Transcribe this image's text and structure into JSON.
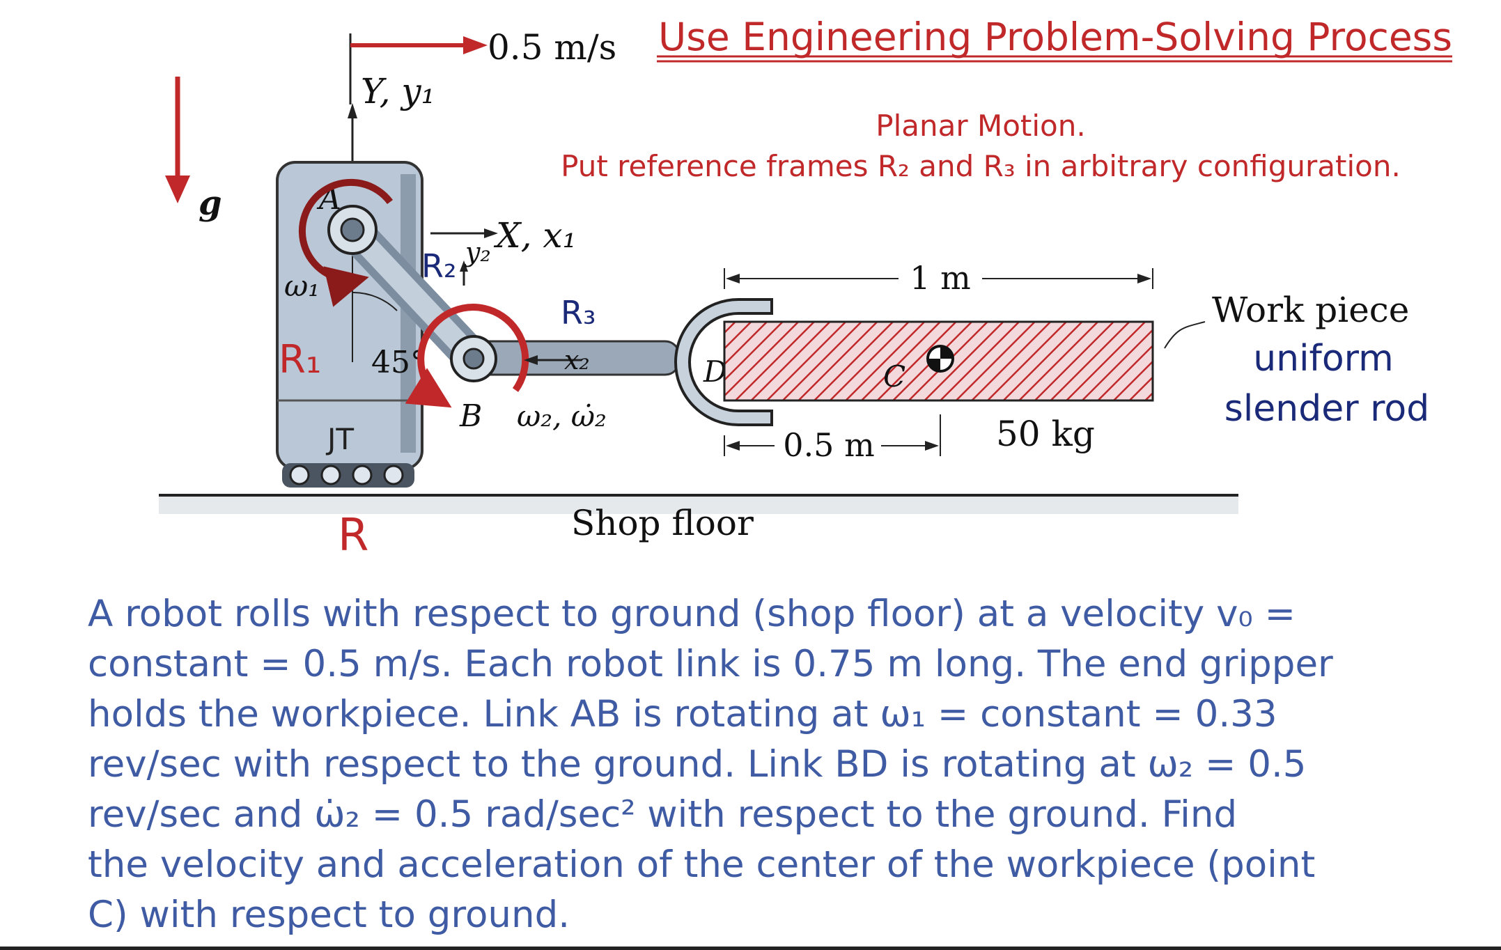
{
  "header": {
    "title": "Use Engineering Problem-Solving Process",
    "note_line1": "Planar Motion.",
    "note_line2": "Put reference frames R₂ and R₃ in arbitrary configuration."
  },
  "diagram": {
    "velocity_label": "0.5 m/s",
    "gravity_label": "g",
    "axis_Y": "Y, y₁",
    "axis_X": "X, x₁",
    "y2_label": "y₂",
    "x2_label": "x₂",
    "point_A": "A",
    "point_B": "B",
    "point_C": "C",
    "point_D": "D",
    "omega1": "ω₁",
    "omega2": "ω₂, ω̇₂",
    "angle": "45°",
    "frame_R": "R",
    "frame_R1": "R₁",
    "frame_R2": "R₂",
    "frame_R3": "R₃",
    "jt_label": "JT",
    "dim_1m": "1 m",
    "dim_05m": "0.5 m",
    "mass": "50 kg",
    "workpiece_line1": "Work piece",
    "workpiece_line2": "uniform",
    "workpiece_line3": "slender rod",
    "floor_label": "Shop floor"
  },
  "problem": {
    "lines": [
      "A robot rolls with respect to ground (shop floor) at a velocity v₀ =",
      "constant = 0.5 m/s.  Each robot link is 0.75 m long.  The end gripper",
      "holds the workpiece.  Link AB is rotating at ω₁ = constant = 0.33",
      "rev/sec with respect to the ground.  Link BD is rotating at ω₂ = 0.5",
      "rev/sec and ω̇₂ = 0.5 rad/sec² with respect to the ground.  Find",
      "the velocity and acceleration of the center of the workpiece (point",
      "C) with respect to ground."
    ]
  },
  "colors": {
    "accent_red": "#c0282a",
    "frame_navy": "#1a2a78",
    "problem_text": "#3f5ba3",
    "robot_body": "#b9c7d6"
  }
}
